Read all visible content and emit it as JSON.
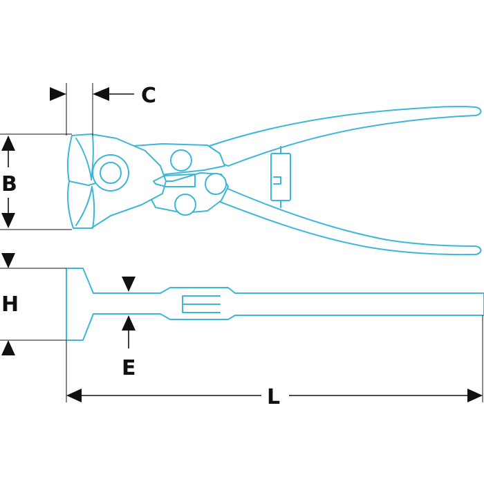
{
  "colors": {
    "tool_outline": "#3bb6d6",
    "dimension": "#111111",
    "background": "#ffffff"
  },
  "dimensions": {
    "C": "C",
    "B": "B",
    "H": "H",
    "E": "E",
    "L": "L"
  }
}
